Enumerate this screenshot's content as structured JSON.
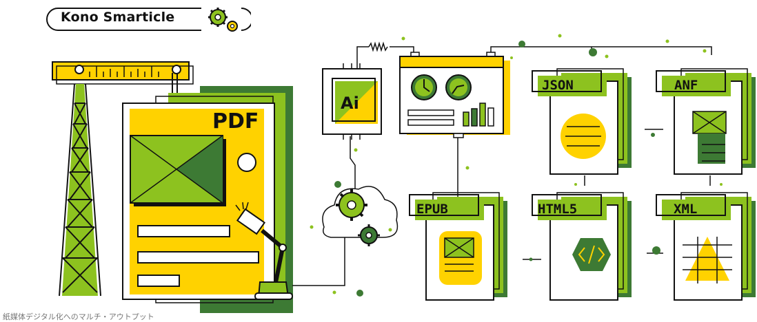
{
  "brand": {
    "name": "Kono Smarticle",
    "icon": "gears-icon"
  },
  "source_doc": {
    "label": "PDF"
  },
  "ai_chip": {
    "label": "Ai"
  },
  "outputs": [
    {
      "id": "json",
      "label": "JSON"
    },
    {
      "id": "anf",
      "label": "ANF"
    },
    {
      "id": "epub",
      "label": "EPUB"
    },
    {
      "id": "html5",
      "label": "HTML5"
    },
    {
      "id": "xml",
      "label": "XML"
    }
  ],
  "caption": "紙媒体デジタル化へのマルチ・アウトプット",
  "colors": {
    "yellow": "#ffd200",
    "lime": "#8dc21f",
    "green": "#3d7a34",
    "ink": "#111111"
  }
}
